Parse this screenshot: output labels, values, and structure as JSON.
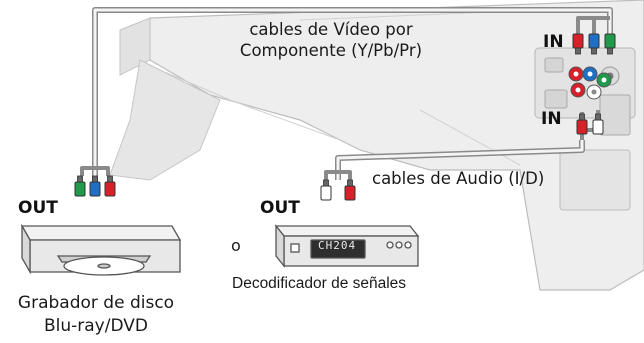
{
  "labels": {
    "video_cable_line1": "cables de Vídeo por",
    "video_cable_line2": "Componente (Y/Pb/Pr)",
    "audio_cable": "cables de Audio (I/D)",
    "tv_in_video": "IN",
    "tv_in_audio": "IN",
    "recorder_out": "OUT",
    "decoder_out": "OUT",
    "or_word": "o",
    "recorder_name_line1": "Grabador de disco",
    "recorder_name_line2": "Blu-ray/DVD",
    "decoder_name": "Decodificador de señales",
    "decoder_display": "CH204"
  },
  "colors": {
    "component_y": "#1f9a4a",
    "component_pb": "#1f6fc4",
    "component_pr": "#d8202a",
    "audio_left": "#ffffff",
    "audio_right": "#d8202a",
    "cable": "#8a8a8a",
    "tv_body": "#eeeeee",
    "outline": "#555555"
  }
}
